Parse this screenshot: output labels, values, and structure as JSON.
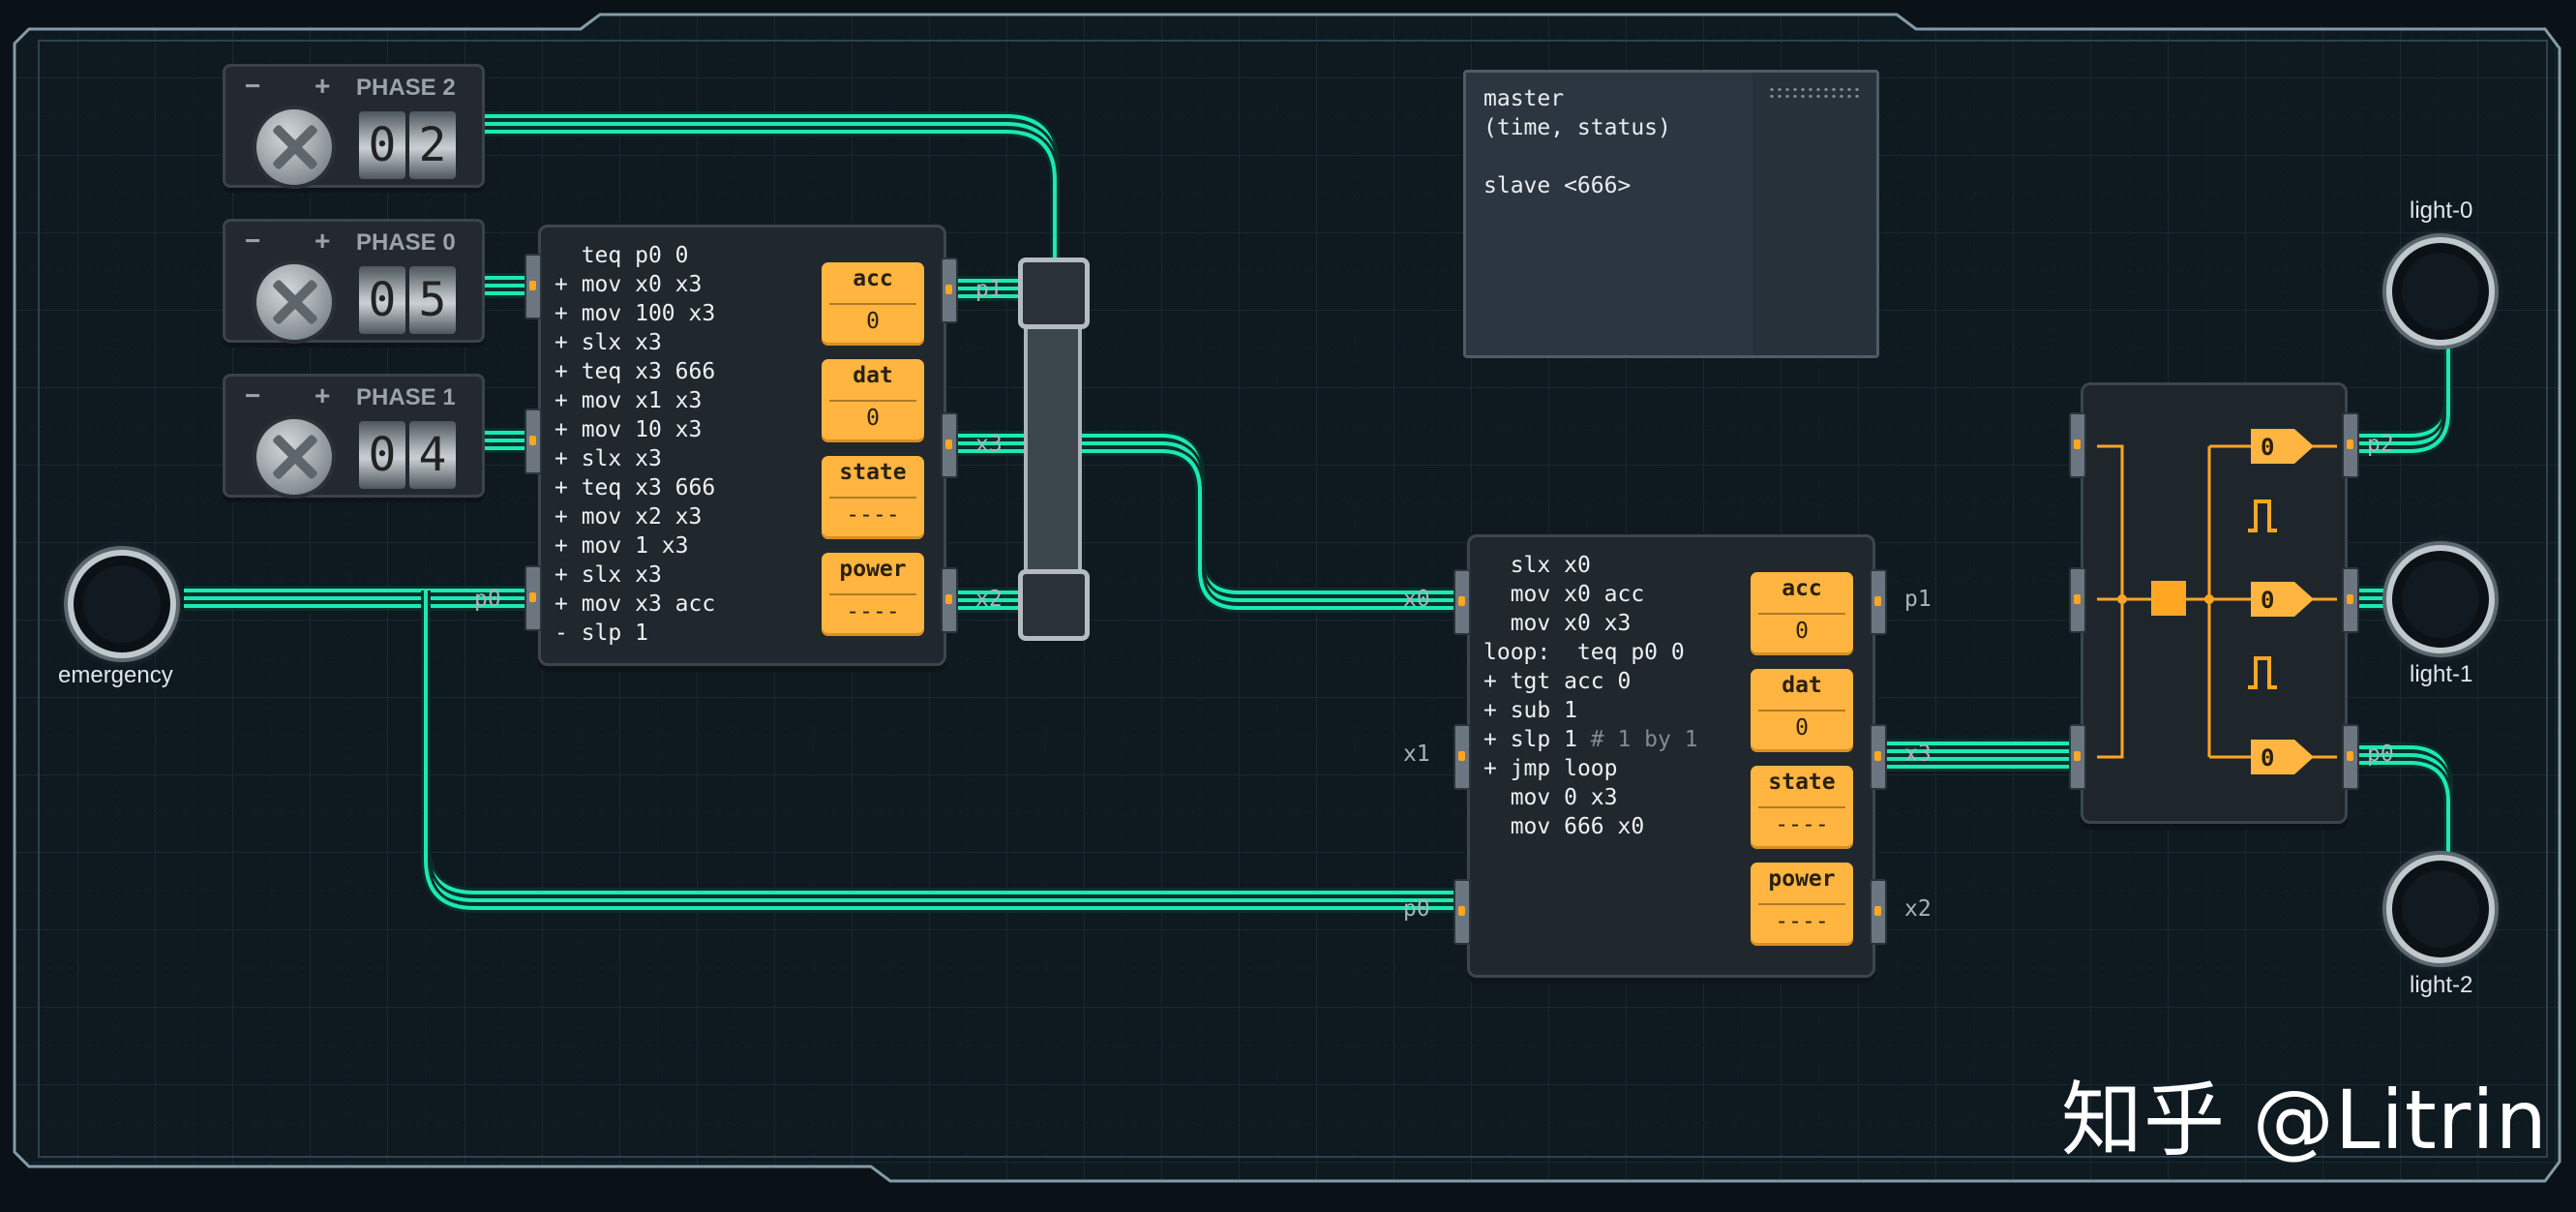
{
  "dials": [
    {
      "name": "PHASE 2",
      "digits": [
        "0",
        "2"
      ],
      "minus": "−",
      "plus": "+"
    },
    {
      "name": "PHASE 0",
      "digits": [
        "0",
        "5"
      ],
      "minus": "−",
      "plus": "+"
    },
    {
      "name": "PHASE 1",
      "digits": [
        "0",
        "4"
      ],
      "minus": "−",
      "plus": "+"
    }
  ],
  "mc1": {
    "code": [
      {
        "m": " ",
        "t": "teq p0 0"
      },
      {
        "m": "+",
        "t": "mov x0 x3"
      },
      {
        "m": "+",
        "t": "mov 100 x3"
      },
      {
        "m": "+",
        "t": "slx x3"
      },
      {
        "m": "+",
        "t": "teq x3 666"
      },
      {
        "m": "+",
        "t": "mov x1 x3"
      },
      {
        "m": "+",
        "t": "mov 10 x3"
      },
      {
        "m": "+",
        "t": "slx x3"
      },
      {
        "m": "+",
        "t": "teq x3 666"
      },
      {
        "m": "+",
        "t": "mov x2 x3"
      },
      {
        "m": "+",
        "t": "mov 1 x3"
      },
      {
        "m": "+",
        "t": "slx x3"
      },
      {
        "m": "+",
        "t": "mov x3 acc"
      },
      {
        "m": "-",
        "t": "slp 1"
      }
    ],
    "registers": [
      {
        "name": "acc",
        "value": "0"
      },
      {
        "name": "dat",
        "value": "0"
      },
      {
        "name": "state",
        "value": "----"
      },
      {
        "name": "power",
        "value": "----"
      }
    ],
    "ports": {
      "p0": "p0",
      "p1": "p1",
      "x3": "x3",
      "x2": "x2"
    }
  },
  "mc2": {
    "code": [
      {
        "m": " ",
        "t": "slx x0"
      },
      {
        "m": " ",
        "t": "mov x0 acc"
      },
      {
        "m": " ",
        "t": "mov x0 x3"
      },
      {
        "m": "",
        "t": "loop:  teq p0 0"
      },
      {
        "m": "+",
        "t": "tgt acc 0"
      },
      {
        "m": "+",
        "t": "sub 1"
      },
      {
        "m": "+",
        "t": "slp 1 ",
        "comment": "# 1 by 1"
      },
      {
        "m": "+",
        "t": "jmp loop"
      },
      {
        "m": " ",
        "t": "mov 0 x3"
      },
      {
        "m": " ",
        "t": "mov 666 x0"
      }
    ],
    "registers": [
      {
        "name": "acc",
        "value": "0"
      },
      {
        "name": "dat",
        "value": "0"
      },
      {
        "name": "state",
        "value": "----"
      },
      {
        "name": "power",
        "value": "----"
      }
    ],
    "ports": {
      "x0": "x0",
      "x1": "x1",
      "p0": "p0",
      "p1": "p1",
      "x3": "x3",
      "x2": "x2"
    }
  },
  "fanout": {
    "ports": {
      "p2": "p2",
      "p0": "p0",
      "x3": "x3"
    },
    "values": [
      "0",
      "0",
      "0"
    ]
  },
  "panel": {
    "lines": [
      "master",
      "(time, status)",
      "",
      "slave <666>"
    ]
  },
  "lights": [
    {
      "label": "light-0"
    },
    {
      "label": "light-1"
    },
    {
      "label": "light-2"
    }
  ],
  "emergency": {
    "label": "emergency"
  },
  "watermark": "知乎 @Litrin",
  "colors": {
    "wire": "#1de8b5",
    "register": "#ffb540",
    "background": "#0b1217"
  }
}
